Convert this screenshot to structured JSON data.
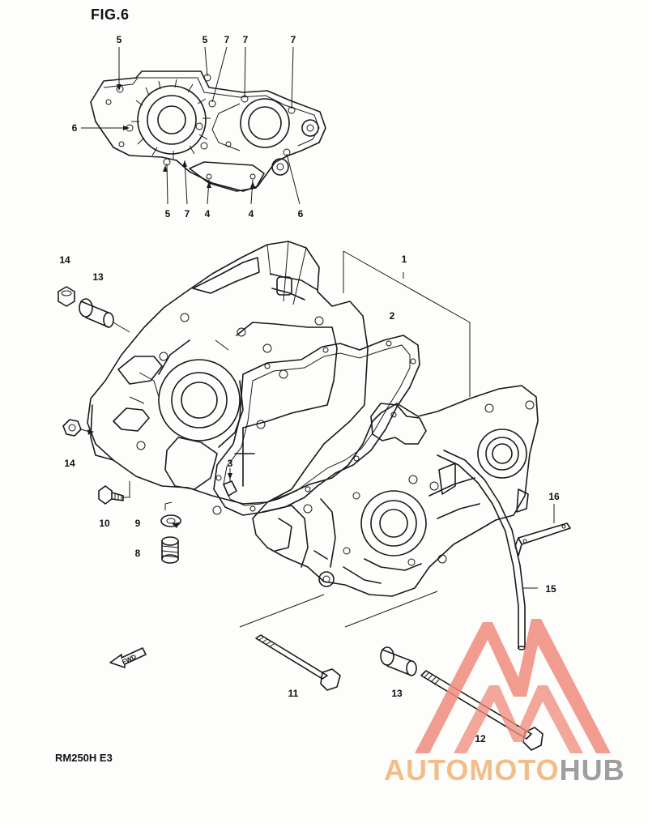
{
  "figure": {
    "title": "FIG.6",
    "model": "RM250H E3"
  },
  "top_view_labels": {
    "l5a": "5",
    "l5b": "5",
    "l7a": "7",
    "l7b": "7",
    "l7c": "7",
    "l6a": "6",
    "l5c": "5",
    "l7d": "7",
    "l4a": "4",
    "l4b": "4",
    "l6b": "6"
  },
  "part_labels": {
    "p14a": "14",
    "p13a": "13",
    "p1": "1",
    "p2": "2",
    "p14b": "14",
    "p3": "3",
    "p10": "10",
    "p9": "9",
    "p8": "8",
    "p16": "16",
    "p15": "15",
    "p11": "11",
    "p13b": "13",
    "p12": "12"
  },
  "fwd_arrow": {
    "label": "FWD"
  },
  "watermark": {
    "part1": "AUTOMOTO",
    "part2": "HUB",
    "accent_color": "#f08c7c",
    "orange_color": "#f3bd8a",
    "gray_color": "#9e9e9e"
  }
}
